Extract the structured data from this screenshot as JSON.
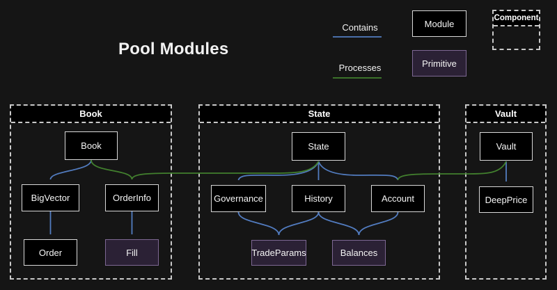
{
  "title": "Pool Modules",
  "legend": {
    "contains_label": "Contains",
    "processes_label": "Processes",
    "module_label": "Module",
    "primitive_label": "Primitive",
    "component_label": "Component"
  },
  "colors": {
    "background": "#151515",
    "contains_arrow_blue": "#527cc0",
    "processes_arrow_green": "#42802e",
    "module_fill": "#000000",
    "module_border": "#d9d9d9",
    "primitive_fill": "#2b2135",
    "primitive_border": "#7e6894",
    "container_dashed_border": "#c9c9c9"
  },
  "containers": {
    "book": {
      "label": "Book"
    },
    "state": {
      "label": "State"
    },
    "vault": {
      "label": "Vault"
    }
  },
  "nodes": {
    "book": {
      "label": "Book",
      "type": "module"
    },
    "bigvector": {
      "label": "BigVector",
      "type": "module"
    },
    "orderinfo": {
      "label": "OrderInfo",
      "type": "module"
    },
    "order": {
      "label": "Order",
      "type": "module"
    },
    "fill": {
      "label": "Fill",
      "type": "primitive"
    },
    "state": {
      "label": "State",
      "type": "module"
    },
    "governance": {
      "label": "Governance",
      "type": "module"
    },
    "history": {
      "label": "History",
      "type": "module"
    },
    "account": {
      "label": "Account",
      "type": "module"
    },
    "tradeparams": {
      "label": "TradeParams",
      "type": "primitive"
    },
    "balances": {
      "label": "Balances",
      "type": "primitive"
    },
    "vault": {
      "label": "Vault",
      "type": "module"
    },
    "deepprice": {
      "label": "DeepPrice",
      "type": "module"
    }
  },
  "edges": [
    {
      "from": "Book",
      "to": "BigVector",
      "relation": "contains"
    },
    {
      "from": "Book",
      "to": "OrderInfo",
      "relation": "processes"
    },
    {
      "from": "State",
      "to": "OrderInfo",
      "relation": "processes"
    },
    {
      "from": "State",
      "to": "Governance",
      "relation": "contains"
    },
    {
      "from": "State",
      "to": "History",
      "relation": "contains"
    },
    {
      "from": "State",
      "to": "Account",
      "relation": "contains"
    },
    {
      "from": "Vault",
      "to": "Account",
      "relation": "processes"
    },
    {
      "from": "Vault",
      "to": "DeepPrice",
      "relation": "contains"
    },
    {
      "from": "BigVector",
      "to": "Order",
      "relation": "contains"
    },
    {
      "from": "OrderInfo",
      "to": "Fill",
      "relation": "contains"
    },
    {
      "from": "Governance",
      "to": "TradeParams",
      "relation": "contains"
    },
    {
      "from": "History",
      "to": "TradeParams",
      "relation": "contains"
    },
    {
      "from": "History",
      "to": "Balances",
      "relation": "contains"
    },
    {
      "from": "Account",
      "to": "Balances",
      "relation": "contains"
    }
  ]
}
